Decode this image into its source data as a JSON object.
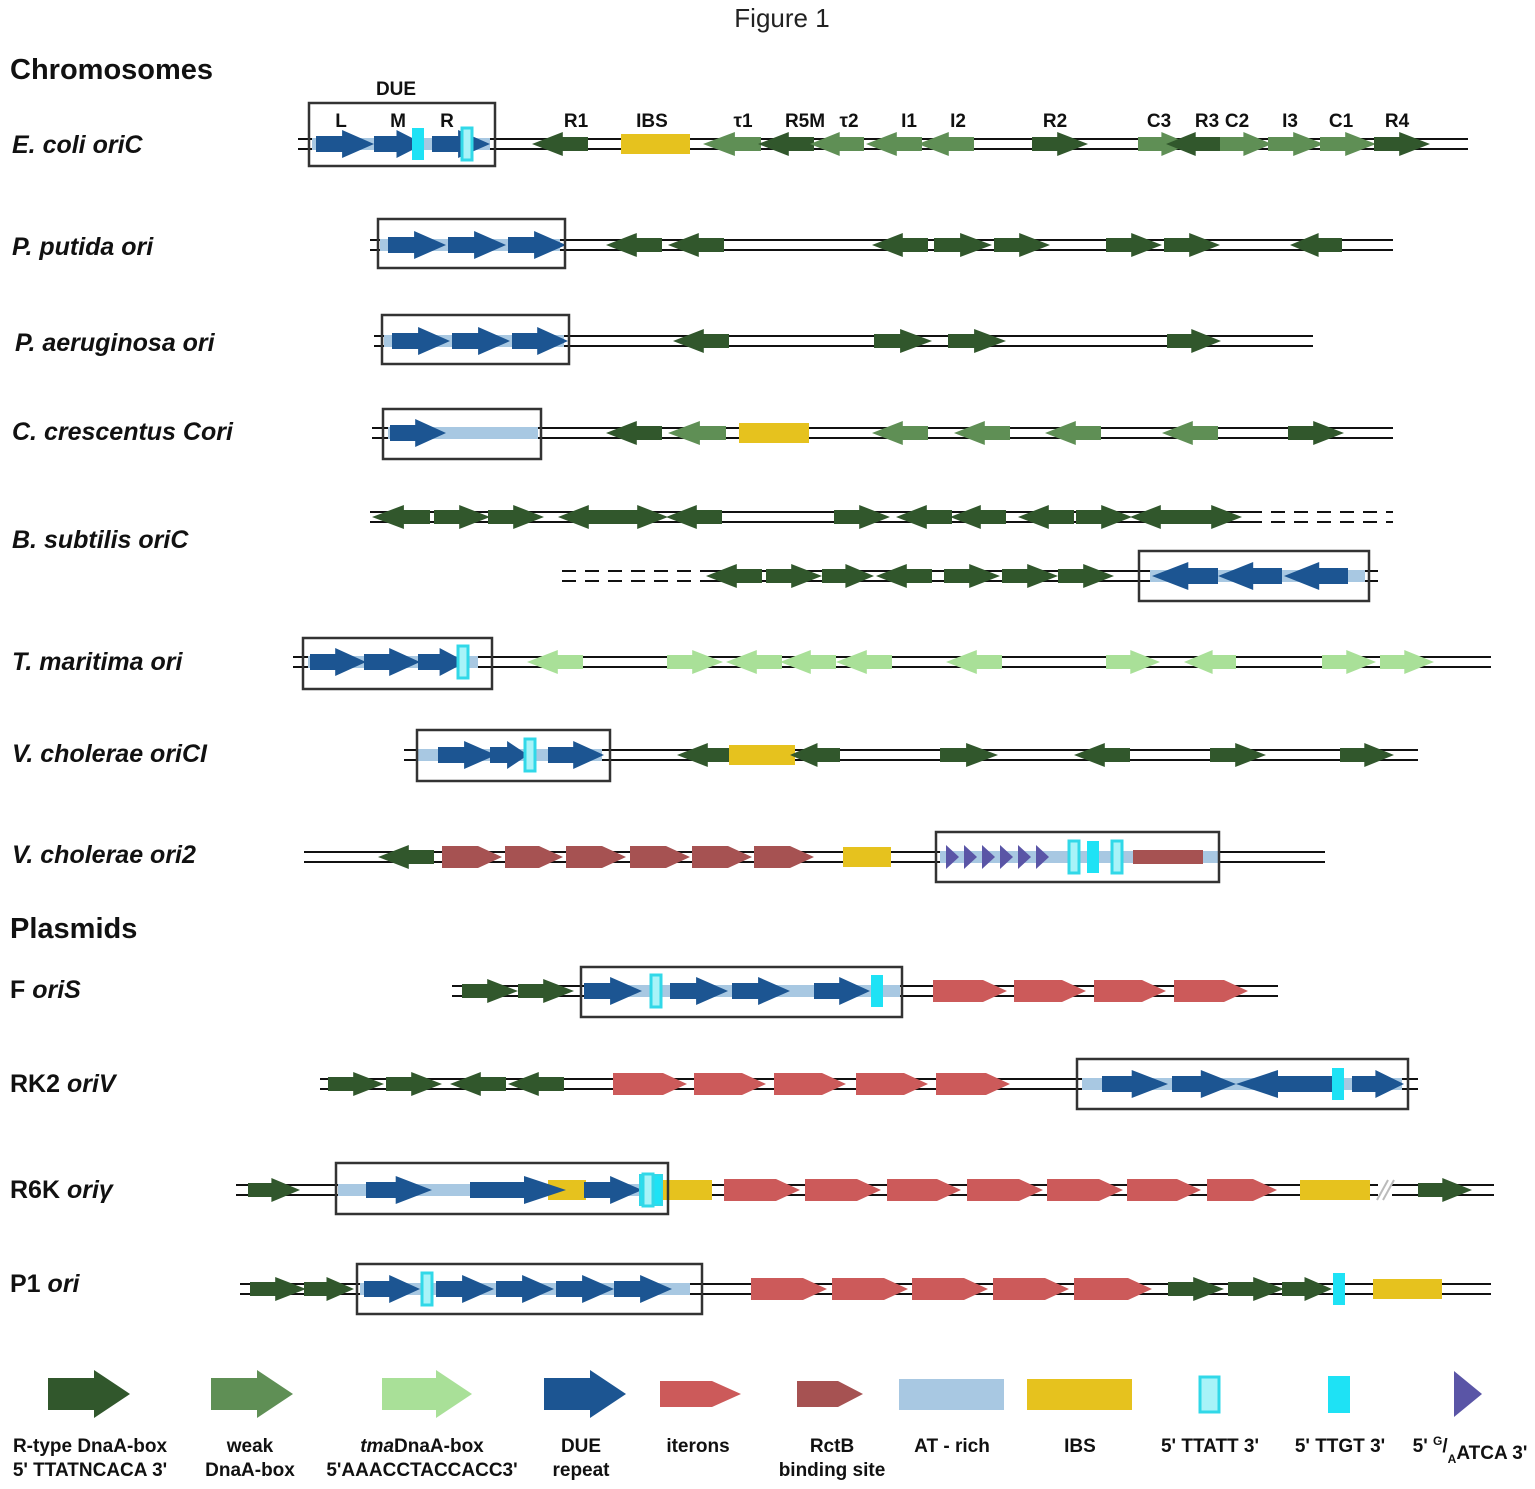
{
  "figure_title": "Figure 1",
  "section_headings": {
    "chromosomes": "Chromosomes",
    "plasmids": "Plasmids"
  },
  "colors": {
    "rtype": "#31572c",
    "weak": "#5f8f55",
    "tma": "#a9e098",
    "due": "#1c5592",
    "iteron": "#cc5a5a",
    "rctb": "#a65252",
    "at_rich": "#a8c8e2",
    "ibs": "#e6c21e",
    "ttatt": "#31d8e8",
    "ttgt": "#1ee2f5",
    "gaatca": "#5a55a6",
    "line": "#111111",
    "box": "#333333"
  },
  "origins": [
    {
      "name": "E. coli oriC",
      "labels": [
        "DUE",
        "L",
        "M",
        "R",
        "R1",
        "IBS",
        "τ1",
        "R5M",
        "τ2",
        "I1",
        "I2",
        "R2",
        "C3",
        "R3",
        "C2",
        "I3",
        "C1",
        "R4"
      ]
    },
    {
      "name": "P. putida ori"
    },
    {
      "name": "P. aeruginosa ori"
    },
    {
      "name": "C. crescentus Cori"
    },
    {
      "name": "B. subtilis oriC"
    },
    {
      "name": "T. maritima ori"
    },
    {
      "name": "V. cholerae oriCI"
    },
    {
      "name": "V. cholerae ori2"
    },
    {
      "name_prefix": "F",
      "name_italic": "oriS"
    },
    {
      "name_prefix": "RK2",
      "name_italic": "oriV"
    },
    {
      "name_prefix": "R6K",
      "name_italic": "oriγ"
    },
    {
      "name_prefix": "P1",
      "name_italic": "ori"
    }
  ],
  "legend": [
    {
      "key": "rtype",
      "line1": "R-type  DnaA-box",
      "line2": "5' TTATNCACA 3'"
    },
    {
      "key": "weak",
      "line1": "weak",
      "line2": "DnaA-box"
    },
    {
      "key": "tma",
      "line1_italic": "tma",
      "line1": "DnaA-box",
      "line2": "5'AAACCTACCACC3'"
    },
    {
      "key": "due",
      "line1": "DUE",
      "line2": "repeat"
    },
    {
      "key": "iteron",
      "line1": "iterons",
      "line2": ""
    },
    {
      "key": "rctb",
      "line1": "RctB",
      "line2": "binding site"
    },
    {
      "key": "at_rich",
      "line1": "AT - rich",
      "line2": ""
    },
    {
      "key": "ibs",
      "line1": "IBS",
      "line2": ""
    },
    {
      "key": "ttatt",
      "line1": "5' TTATT 3'",
      "line2": ""
    },
    {
      "key": "ttgt",
      "line1": "5' TTGT 3'",
      "line2": ""
    },
    {
      "key": "gaatca",
      "line1_pre": "5' ",
      "line1_sup": "G",
      "line1_mid": "/",
      "line1_sub": "A",
      "line1_post": "ATCA 3'",
      "line2": ""
    }
  ]
}
